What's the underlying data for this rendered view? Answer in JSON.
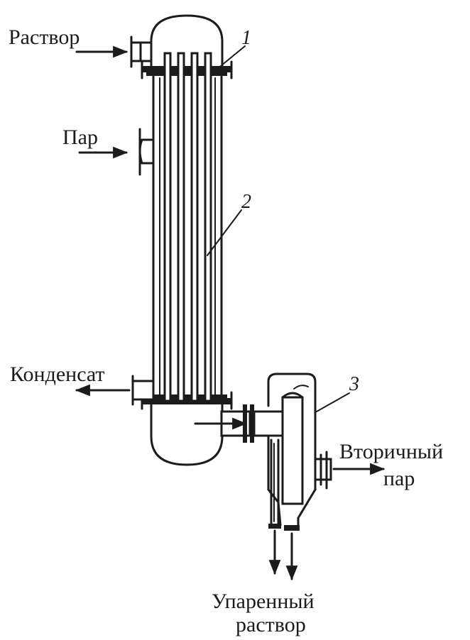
{
  "labels": {
    "rastvor": "Раствор",
    "par": "Пар",
    "kondensat": "Конденсат",
    "vtorichnyi_1": "Вторичный",
    "vtorichnyi_2": "пар",
    "upar_1": "Упаренный",
    "upar_2": "раствор"
  },
  "callouts": {
    "one": "1",
    "two": "2",
    "three": "3"
  }
}
